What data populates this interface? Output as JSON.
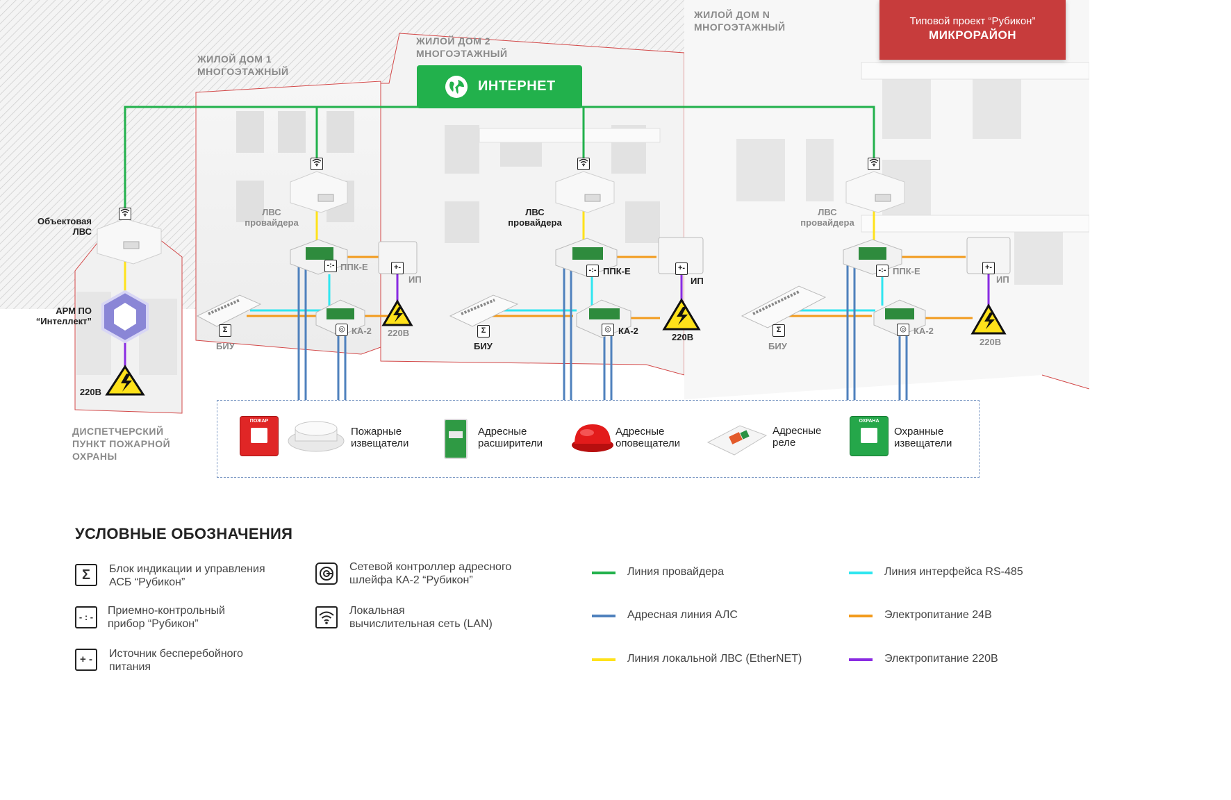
{
  "title_box": {
    "line1": "Типовой проект “Рубикон”",
    "line2": "МИКРОРАЙОН"
  },
  "buildings": [
    {
      "line1": "ЖИЛОЙ ДОМ 1",
      "line2": "МНОГОЭТАЖНЫЙ"
    },
    {
      "line1": "ЖИЛОЙ ДОМ 2",
      "line2": "МНОГОЭТАЖНЫЙ"
    },
    {
      "line1": "ЖИЛОЙ ДОМ N",
      "line2": "МНОГОЭТАЖНЫЙ"
    }
  ],
  "internet_label": "ИНТЕРНЕТ",
  "dispatch": {
    "lan_line1": "Объектовая",
    "lan_line2": "ЛВС",
    "arm_line1": "АРМ ПО",
    "arm_line2": "“Интеллект”",
    "power": "220В",
    "caption_line1": "ДИСПЕТЧЕРСКИЙ",
    "caption_line2": "ПУНКТ ПОЖАРНОЙ",
    "caption_line3": "ОХРАНЫ"
  },
  "units": [
    {
      "lan1": "ЛВС",
      "lan2": "провайдера",
      "ppk": "ППК-Е",
      "ka": "КА-2",
      "ip": "ИП",
      "biu": "БИУ",
      "power": "220В"
    },
    {
      "lan1": "ЛВС",
      "lan2": "провайдера",
      "ppk": "ППК-Е",
      "ka": "КА-2",
      "ip": "ИП",
      "biu": "БИУ",
      "power": "220В"
    },
    {
      "lan1": "ЛВС",
      "lan2": "провайдера",
      "ppk": "ППК-Е",
      "ka": "КА-2",
      "ip": "ИП",
      "biu": "БИУ",
      "power": "220В"
    }
  ],
  "devices": [
    {
      "line1": "Пожарные",
      "line2": "извещатели",
      "badge": "ПОЖАР"
    },
    {
      "line1": "Адресные",
      "line2": "расширители"
    },
    {
      "line1": "Адресные",
      "line2": "оповещатели"
    },
    {
      "line1": "Адресные",
      "line2": "реле"
    },
    {
      "line1": "Охранные",
      "line2": "извещатели",
      "badge": "ОХРАНА"
    }
  ],
  "legend": {
    "title": "УСЛОВНЫЕ ОБОЗНАЧЕНИЯ",
    "symbols": [
      {
        "icon": "sigma-icon",
        "line1": "Блок индикации и управления",
        "line2": "АСБ “Рубикон”"
      },
      {
        "icon": "ppk-icon",
        "line1": "Приемно-контрольный",
        "line2": "прибор “Рубикон”"
      },
      {
        "icon": "plus-minus-icon",
        "line1": "Источник бесперебойного",
        "line2": "питания"
      },
      {
        "icon": "loop-controller-icon",
        "line1": "Сетевой контроллер адресного",
        "line2": "шлейфа КА-2 “Рубикон”"
      },
      {
        "icon": "wifi-icon",
        "line1": "Локальная",
        "line2": "вычислительная сеть (LAN)"
      }
    ],
    "lines": [
      {
        "label": "Линия  провайдера",
        "color": "#22b14c"
      },
      {
        "label": "Адресная линия АЛС",
        "color": "#4f81bd"
      },
      {
        "label": "Линия локальной ЛВС (EtherNET)",
        "color": "#ffe21a"
      },
      {
        "label": "Линия интерфейса RS-485",
        "color": "#2fe6f0"
      },
      {
        "label": "Электропитание 24В",
        "color": "#f29b1d"
      },
      {
        "label": "Электропитание 220В",
        "color": "#8a2be2"
      }
    ]
  },
  "colors": {
    "provider": "#22b14c",
    "als": "#4f81bd",
    "ethernet": "#ffe21a",
    "rs485": "#2fe6f0",
    "p24": "#f29b1d",
    "p220": "#8a2be2",
    "accent": "#c73c3c"
  }
}
